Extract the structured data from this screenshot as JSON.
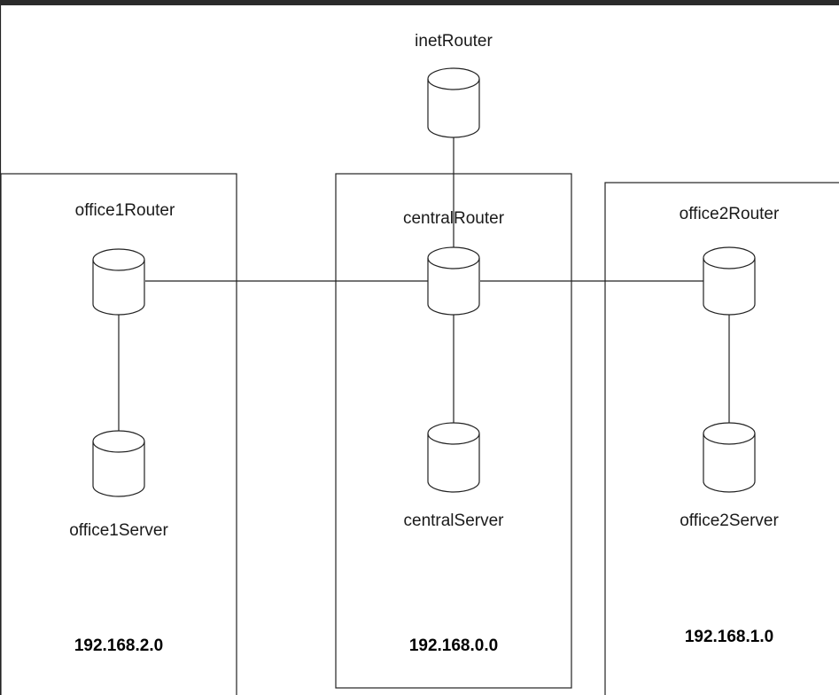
{
  "diagram": {
    "nodes": {
      "inetRouter": {
        "label": "inetRouter"
      },
      "office1Router": {
        "label": "office1Router"
      },
      "centralRouter": {
        "label": "centralRouter"
      },
      "office2Router": {
        "label": "office2Router"
      },
      "office1Server": {
        "label": "office1Server"
      },
      "centralServer": {
        "label": "centralServer"
      },
      "office2Server": {
        "label": "office2Server"
      }
    },
    "networks": {
      "office1": {
        "address": "192.168.2.0"
      },
      "central": {
        "address": "192.168.0.0"
      },
      "office2": {
        "address": "192.168.1.0"
      }
    },
    "links": [
      [
        "inetRouter",
        "centralRouter"
      ],
      [
        "office1Router",
        "centralRouter"
      ],
      [
        "centralRouter",
        "office2Router"
      ],
      [
        "office1Router",
        "office1Server"
      ],
      [
        "centralRouter",
        "centralServer"
      ],
      [
        "office2Router",
        "office2Server"
      ]
    ],
    "colors": {
      "line": "#222222",
      "header_bar": "#2b2b2b",
      "background": "#ffffff"
    }
  }
}
